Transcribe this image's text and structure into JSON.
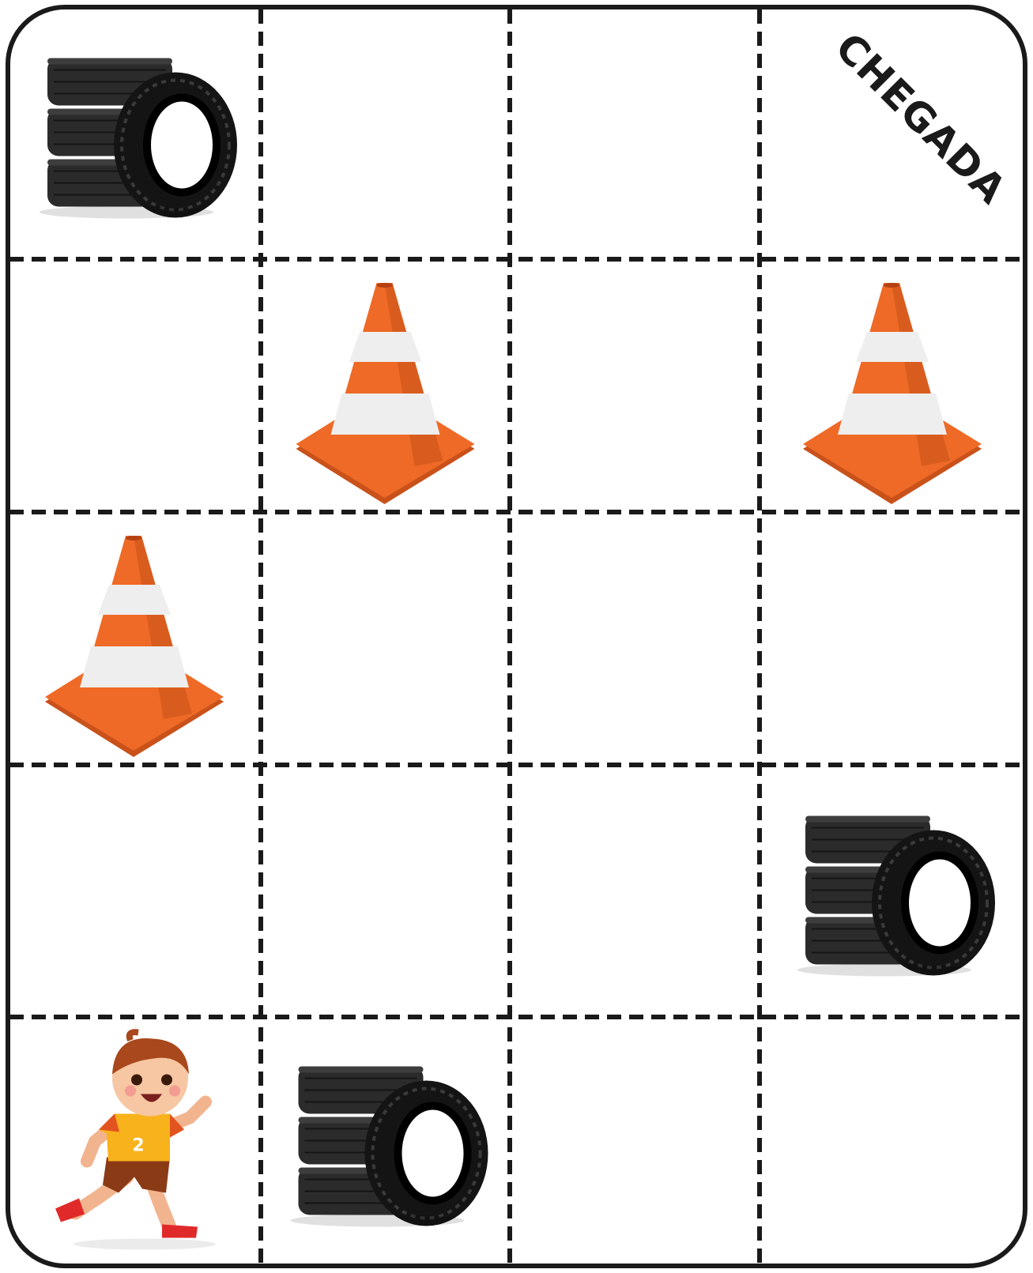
{
  "board": {
    "rows": 5,
    "cols": 4,
    "finish_label": "CHEGADA",
    "colors": {
      "line": "#1a1a1a",
      "cone_orange": "#ee6a26",
      "cone_shadow": "#c9511a",
      "cone_stripe": "#eeeeee",
      "tire": "#2b2b2b",
      "tire_dark": "#141414"
    },
    "pieces": [
      {
        "row": 0,
        "col": 0,
        "type": "tires",
        "icon": "tire-stack-icon"
      },
      {
        "row": 1,
        "col": 1,
        "type": "cone",
        "icon": "traffic-cone-icon"
      },
      {
        "row": 1,
        "col": 3,
        "type": "cone",
        "icon": "traffic-cone-icon"
      },
      {
        "row": 2,
        "col": 0,
        "type": "cone",
        "icon": "traffic-cone-icon"
      },
      {
        "row": 3,
        "col": 3,
        "type": "tires",
        "icon": "tire-stack-icon"
      },
      {
        "row": 4,
        "col": 0,
        "type": "runner",
        "icon": "running-boy-icon",
        "shirt_number": "2"
      },
      {
        "row": 4,
        "col": 1,
        "type": "tires",
        "icon": "tire-stack-icon"
      }
    ]
  }
}
